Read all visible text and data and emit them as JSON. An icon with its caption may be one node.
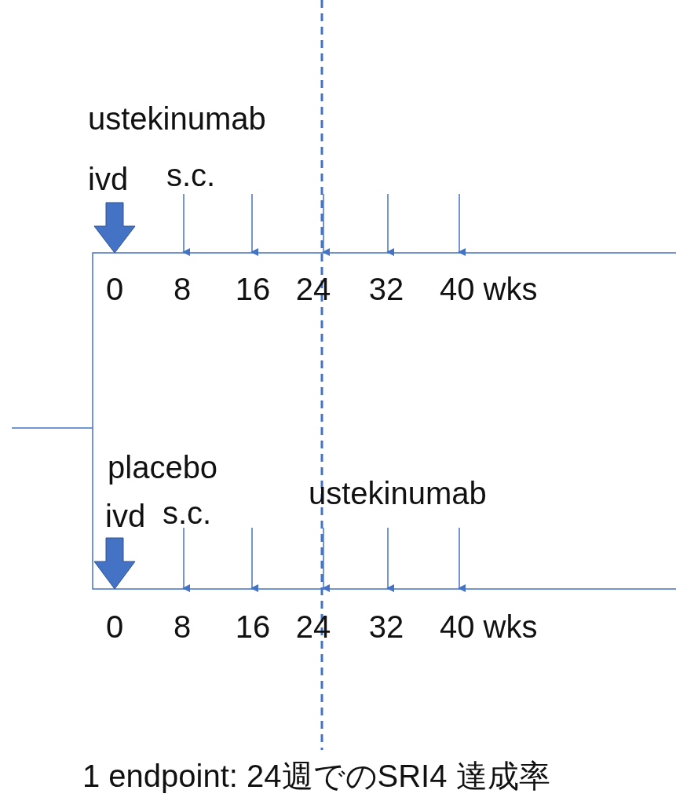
{
  "diagram": {
    "caption": "1 endpoint: 24週でのSRI4 達成率",
    "labels": [
      "ustekinumab",
      "ivd",
      "s.c.",
      "0",
      "8",
      "16",
      "24",
      "32",
      "40 wks",
      "placebo",
      "ivd",
      "s.c.",
      "ustekinumab",
      "0",
      "8",
      "16",
      "24",
      "32",
      "40 wks"
    ]
  }
}
